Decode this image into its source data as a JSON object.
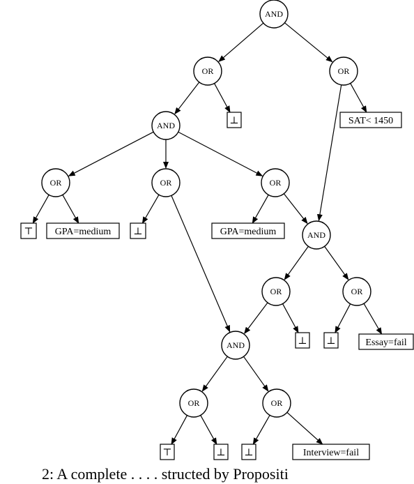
{
  "diagram": {
    "nodes": [
      {
        "id": "n1",
        "kind": "op",
        "label": "AND"
      },
      {
        "id": "n2",
        "kind": "op",
        "label": "OR"
      },
      {
        "id": "n3",
        "kind": "op",
        "label": "OR"
      },
      {
        "id": "n4",
        "kind": "op",
        "label": "AND"
      },
      {
        "id": "n5",
        "kind": "leaf",
        "label": "⊥"
      },
      {
        "id": "n6",
        "kind": "leaf",
        "label": "SAT< 1450"
      },
      {
        "id": "n7",
        "kind": "op",
        "label": "OR"
      },
      {
        "id": "n8",
        "kind": "op",
        "label": "OR"
      },
      {
        "id": "n9",
        "kind": "op",
        "label": "OR"
      },
      {
        "id": "n10",
        "kind": "leaf",
        "label": "⊤"
      },
      {
        "id": "n11",
        "kind": "leaf",
        "label": "GPA=medium"
      },
      {
        "id": "n12",
        "kind": "leaf",
        "label": "⊥"
      },
      {
        "id": "n13",
        "kind": "leaf",
        "label": "GPA=medium"
      },
      {
        "id": "n14",
        "kind": "op",
        "label": "AND"
      },
      {
        "id": "n15",
        "kind": "op",
        "label": "OR"
      },
      {
        "id": "n16",
        "kind": "op",
        "label": "OR"
      },
      {
        "id": "n17",
        "kind": "op",
        "label": "AND"
      },
      {
        "id": "n18",
        "kind": "leaf",
        "label": "⊥"
      },
      {
        "id": "n19",
        "kind": "leaf",
        "label": "⊥"
      },
      {
        "id": "n20",
        "kind": "leaf",
        "label": "Essay=fail"
      },
      {
        "id": "n21",
        "kind": "op",
        "label": "OR"
      },
      {
        "id": "n22",
        "kind": "op",
        "label": "OR"
      },
      {
        "id": "n23",
        "kind": "leaf",
        "label": "⊤"
      },
      {
        "id": "n24",
        "kind": "leaf",
        "label": "⊥"
      },
      {
        "id": "n25",
        "kind": "leaf",
        "label": "⊥"
      },
      {
        "id": "n26",
        "kind": "leaf",
        "label": "Interview=fail"
      }
    ],
    "edges": [
      [
        "n1",
        "n2"
      ],
      [
        "n1",
        "n3"
      ],
      [
        "n2",
        "n4"
      ],
      [
        "n2",
        "n5"
      ],
      [
        "n3",
        "n14"
      ],
      [
        "n3",
        "n6"
      ],
      [
        "n4",
        "n7"
      ],
      [
        "n4",
        "n8"
      ],
      [
        "n4",
        "n9"
      ],
      [
        "n7",
        "n10"
      ],
      [
        "n7",
        "n11"
      ],
      [
        "n8",
        "n12"
      ],
      [
        "n8",
        "n17"
      ],
      [
        "n9",
        "n13"
      ],
      [
        "n9",
        "n14"
      ],
      [
        "n14",
        "n15"
      ],
      [
        "n14",
        "n16"
      ],
      [
        "n15",
        "n17"
      ],
      [
        "n15",
        "n18"
      ],
      [
        "n16",
        "n19"
      ],
      [
        "n16",
        "n20"
      ],
      [
        "n17",
        "n21"
      ],
      [
        "n17",
        "n22"
      ],
      [
        "n21",
        "n23"
      ],
      [
        "n21",
        "n24"
      ],
      [
        "n22",
        "n25"
      ],
      [
        "n22",
        "n26"
      ]
    ]
  },
  "caption": "2: A complete . . . . structed by Propositi"
}
